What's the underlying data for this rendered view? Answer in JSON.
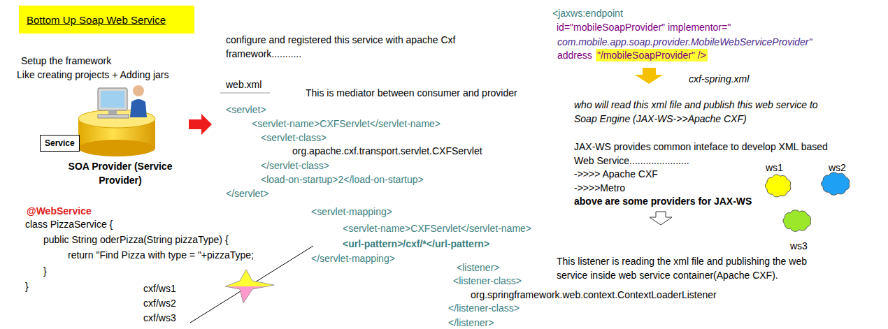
{
  "diagram": {
    "title": "Bottom Up Soap Web Service",
    "nodes": [
      {
        "text": [
          "Service"
        ]
      }
    ],
    "labels": [
      "Setup the framework",
      "Like creating projects + Adding jars",
      "SOA Provider (Service Provider)",
      "@WebService",
      "class PizzaService {",
      "public String oderPizza(String pizzaType) {",
      "return \"Find Pizza with type = \"+pizzaType;",
      "}",
      "}",
      "cxf/ws1",
      "cxf/ws2",
      "cxf/ws3",
      "configure and registered this service with apache Cxf framework...........",
      "web.xml",
      "This is mediator between consumer and provider",
      "<servlet>",
      "<servlet-name>CXFServlet</servlet-name>",
      "<servlet-class>",
      "org.apache.cxf.transport.servlet.CXFServlet",
      "</servlet-class>",
      "<load-on-startup>2</load-on-startup>",
      "</servlet>",
      "<servlet-mapping>",
      "<servlet-name>CXFServlet</servlet-name>",
      "<url-pattern>/cxf/*</url-pattern>",
      "</servlet-mapping>",
      "<listener>",
      "<listener-class>",
      "org.springframework.web.context.ContextLoaderListener",
      "</listener-class>",
      "</listener>",
      "<jaxws:endpoint",
      "id=\"mobileSoapProvider\" implementor=\"",
      "com.mobile.app.soap.provider.MobileWebServiceProvider\"",
      "address",
      "\"/mobileSoapProvider\" />",
      "cxf-spring.xml",
      "who will read this xml file and publish this web service to Soap Engine (JAX-WS->>Apache CXF)",
      "JAX-WS provides common inteface to develop XML based Web Service......................",
      "->>>> Apache CXF",
      "->>>>Metro",
      "above are some providers for JAX-WS",
      "ws1",
      "ws2",
      "ws3",
      "This listener is reading the xml file and publishing the web service inside web service container(Apache CXF)."
    ]
  }
}
